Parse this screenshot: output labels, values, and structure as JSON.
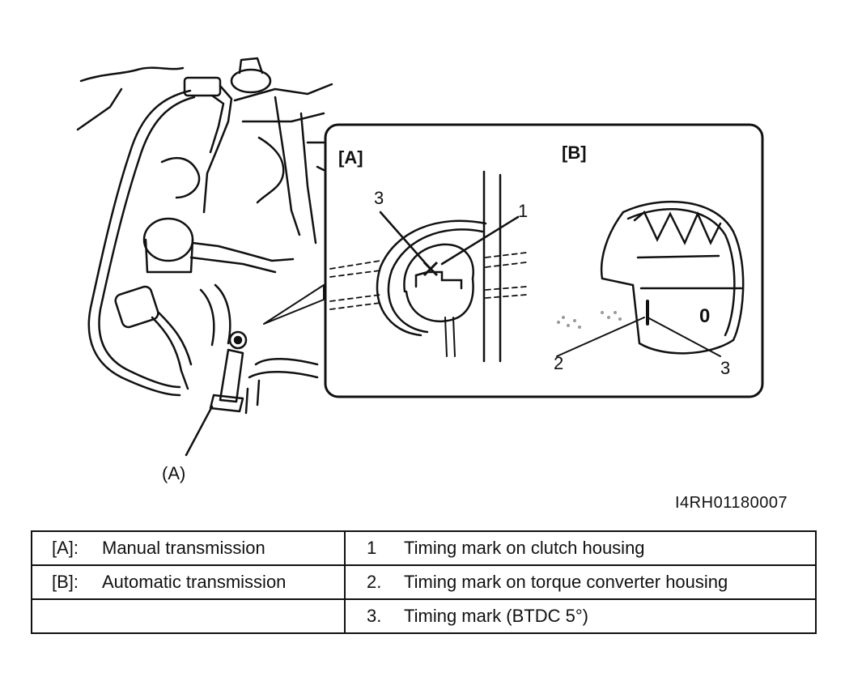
{
  "figure": {
    "callout_a_label": "(A)",
    "panel_a_title": "[A]",
    "panel_b_title": "[B]",
    "panel_a_callouts": {
      "one": "1",
      "three": "3"
    },
    "panel_b_callouts": {
      "two": "2",
      "three": "3"
    },
    "panel_b_scale_zero": "0",
    "figure_id": "I4RH01180007"
  },
  "legend": {
    "rows": [
      {
        "key": "[A]:",
        "text": "Manual transmission",
        "num": "1",
        "desc": "Timing mark on clutch housing"
      },
      {
        "key": "[B]:",
        "text": "Automatic transmission",
        "num": "2.",
        "desc": "Timing mark on torque converter housing"
      },
      {
        "key": "",
        "text": "",
        "num": "3.",
        "desc": "Timing mark (BTDC 5°)"
      }
    ]
  }
}
